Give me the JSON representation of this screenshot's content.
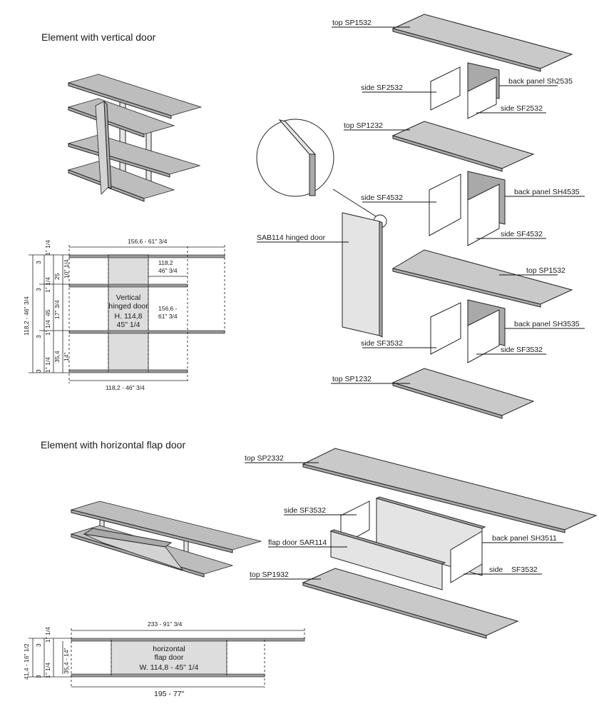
{
  "headings": {
    "vertical": "Element with vertical door",
    "horizontal": "Element with horizontal flap door"
  },
  "vertical_parts": {
    "top_1": "top SP1532",
    "side_1": "side SF2532",
    "back_1": "back panel Sh2535",
    "side_1b": "side SF2532",
    "top_2": "top SP1232",
    "side_2": "side SF4532",
    "back_2": "back panel SH4535",
    "door": "SAB114 hinged door",
    "side_2b": "side SF4532",
    "top_3": "top SP1532",
    "back_3": "back panel SH3535",
    "side_3": "side SF3532",
    "side_3b": "side SF3532",
    "top_4": "top SP1232"
  },
  "horizontal_parts": {
    "top_1": "top SP2332",
    "side_1": "side SF3532",
    "flap": "flap door SAR114",
    "back": "back panel SH3511",
    "top_2": "top SP1932",
    "side_2a": "side",
    "side_2b": "SF3532"
  },
  "vertical_drawing": {
    "width_top": "156,6 - 61\" 3/4",
    "inner_width": "118,2",
    "inner_width_in": "46\" 3/4",
    "door_l1": "Vertical",
    "door_l2": "hinged door",
    "door_l3": "H. 114,8",
    "door_l4": "45\" 1/4",
    "right_w": "156,6 -",
    "right_w_in": "61\" 3/4",
    "width_bottom": "118,2 - 46\" 3/4",
    "height": "118,2 - 46\" 3/4",
    "d3a": "3",
    "d1a": "1\" 1/4",
    "d10": "10\" 1/4",
    "d25": "25",
    "d3b": "3",
    "d1b": "1\" 1/4",
    "d45": "45",
    "d17": "17\" 3/4",
    "d3c": "3",
    "d1c": "1\" 1/4",
    "d35": "35,4",
    "d14": "14\"",
    "d3d": "3",
    "d1d": "1\" 1/4"
  },
  "horizontal_drawing": {
    "width_top": "233 - 91\" 3/4",
    "door_l1": "horizontal",
    "door_l2": "flap door",
    "door_l3": "W. 114,8 - 45\" 1/4",
    "width_bottom": "195 - 77\"",
    "height": "41,4 - 16\" 1/2",
    "inner": "35,4 - 14\"",
    "d3a": "3",
    "d1a": "1\" 1/4",
    "d3b": "3",
    "d1b": "1\" 1/4"
  }
}
